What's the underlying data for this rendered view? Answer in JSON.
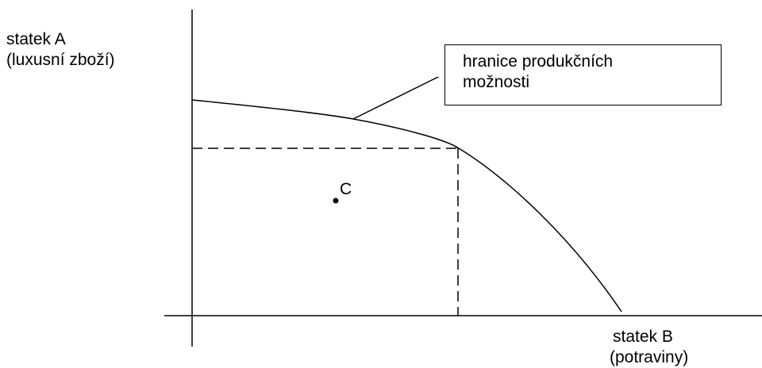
{
  "y_axis": {
    "label_line1": "statek A",
    "label_line2": "(luxusní zboží)"
  },
  "x_axis": {
    "label_line1": "statek B",
    "label_line2": "(potraviny)"
  },
  "callout": {
    "line1": "hranice produkčních",
    "line2": "možnosti"
  },
  "point": {
    "label": "C"
  },
  "colors": {
    "line": "#000000",
    "background": "#ffffff"
  }
}
